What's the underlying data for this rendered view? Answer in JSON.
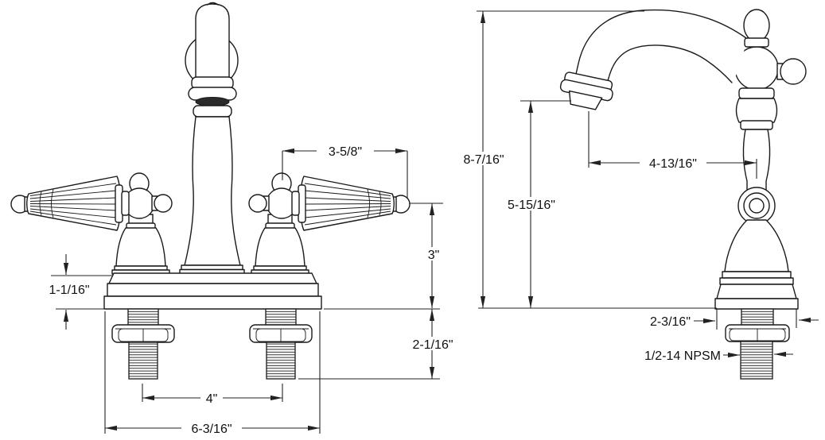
{
  "page": {
    "background": "#ffffff",
    "line_color": "#1a1a1a"
  },
  "drawing": {
    "type": "technical-dimension-drawing",
    "subject": "Two-handle centerset bar faucet with crystal lever handles, front and side elevation views",
    "views": {
      "front": {
        "name": "front-elevation",
        "dimensions": {
          "handle_length": "3-5/8\"",
          "handle_height": "3\"",
          "deck_thickness": "1-1/16\"",
          "shank_length": "2-1/16\"",
          "faucet_hole_centers": "4\"",
          "base_width": "6-3/16\""
        }
      },
      "side": {
        "name": "side-elevation",
        "dimensions": {
          "overall_height": "8-7/16\"",
          "spout_outlet_height": "5-15/16\"",
          "spout_reach": "4-13/16\"",
          "base_depth": "2-3/16\"",
          "shank_thread_size": "1/2-14 NPSM"
        }
      }
    }
  }
}
